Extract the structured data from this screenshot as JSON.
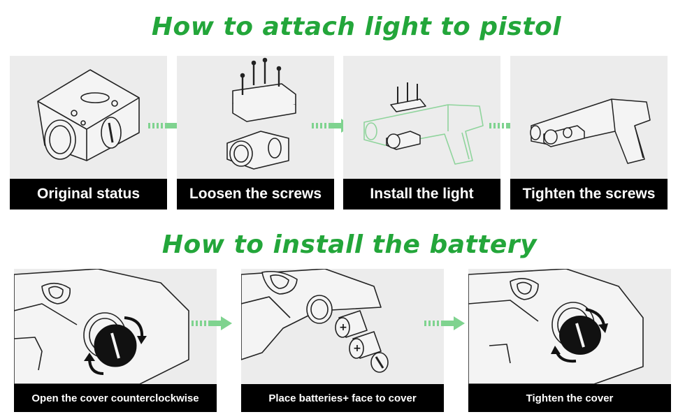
{
  "sections": [
    {
      "title": "How to attach light to pistol",
      "steps": [
        {
          "caption": "Original status"
        },
        {
          "caption": "Loosen the screws"
        },
        {
          "caption": "Install the light"
        },
        {
          "caption": "Tighten the screws"
        }
      ]
    },
    {
      "title": "How to install the battery",
      "steps": [
        {
          "caption": "Open the cover counterclockwise"
        },
        {
          "caption": "Place batteries+ face to cover"
        },
        {
          "caption": "Tighten the cover"
        }
      ]
    }
  ],
  "colors": {
    "title_green": "#23a63a",
    "arrow_green": "#7fd38f",
    "panel_bg": "#ececec",
    "caption_bg": "#000000",
    "caption_text": "#ffffff",
    "installing_green": "#8fd49c"
  },
  "icons": [
    "flow-arrow-icon",
    "rotate-arrow-icon"
  ]
}
